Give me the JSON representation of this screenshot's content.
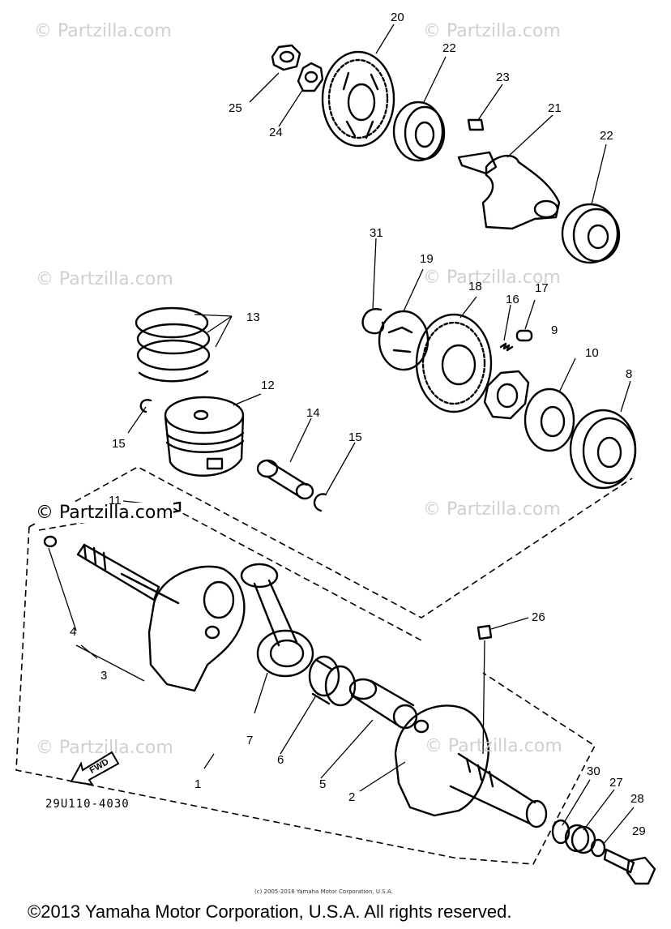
{
  "watermark_text": "© Partzilla.com",
  "callouts": [
    "1",
    "2",
    "3",
    "4",
    "5",
    "6",
    "7",
    "8",
    "9",
    "10",
    "11",
    "12",
    "13",
    "14",
    "15",
    "15",
    "16",
    "17",
    "18",
    "19",
    "20",
    "21",
    "22",
    "22",
    "23",
    "24",
    "25",
    "26",
    "27",
    "28",
    "29",
    "30",
    "31"
  ],
  "fwd_label": "FWD",
  "drawing_code": "29U110-4030",
  "small_copyright": "(c) 2005-2016 Yamaha Motor Corporation, U.S.A.",
  "copyright": "©2013 Yamaha Motor Corporation, U.S.A. All rights reserved."
}
